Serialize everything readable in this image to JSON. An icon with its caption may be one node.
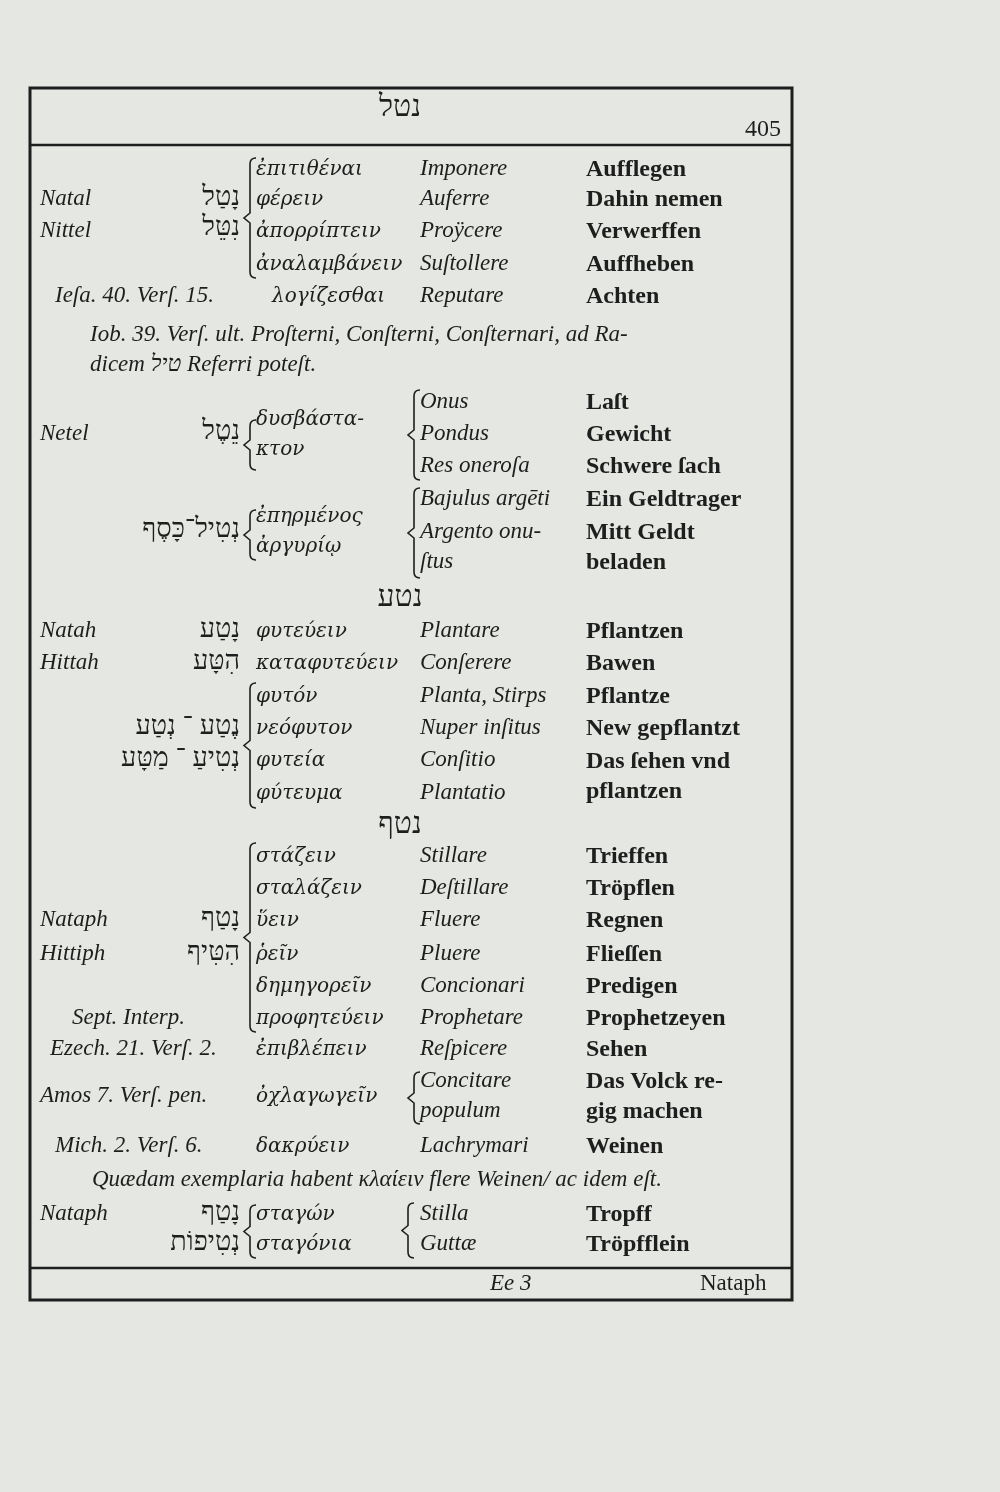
{
  "diagram": {
    "labels": [
      "נטל",
      "405",
      "ἐπιτιθέναι",
      "Imponere",
      "Aufflegen",
      "Natal",
      "נָטַל",
      "φέρειν",
      "Auferre",
      "Dahin nemen",
      "Nittel",
      "נִטֵּל",
      "ἀπορρίπτειν",
      "Proÿcere",
      "Verwerffen",
      "ἀναλαμβάνειν",
      "Suſtollere",
      "Auffheben",
      "Ieſa. 40. Verſ. 15.",
      "λογίζεσθαι",
      "Reputare",
      "Achten",
      "Iob. 39. Verſ. ult. Proſterni, Conſterni, Conſternari, ad Ra- dicem טיל Referri poteſt.",
      "Onus",
      "Laſt",
      "Netel",
      "נֵטֶל",
      "δυσβάστα- κτον",
      "Pondus",
      "Gewicht",
      "Res oneroſa",
      "Schwere ſach",
      "Bajulus argēti",
      "Ein Geldtrager",
      "נְטִיל־כָּסֶף",
      "ἐπηρμένος ἀργυρίῳ",
      "Argento onu- ſtus",
      "Mitt Geldt beladen",
      "נטע",
      "Natah",
      "נָטַע",
      "φυτεύειν",
      "Plantare",
      "Pflantzen",
      "Hittah",
      "הִטָּע",
      "καταφυτεύειν",
      "Conſerere",
      "Bawen",
      "φυτόν",
      "Planta, Stirps",
      "Pflantze",
      "נֶטַע ־ נְטַע",
      "νεόφυτον",
      "Nuper inſitus",
      "New gepflantzt",
      "נְטִיעַ ־ מַטָּע",
      "φυτεία",
      "Conſitio",
      "Das ſehen vnd pflantzen",
      "φύτευμα",
      "Plantatio",
      "נטף",
      "στάζειν",
      "Stillare",
      "Trieffen",
      "σταλάζειν",
      "Deſtillare",
      "Tröpflen",
      "Nataph",
      "נָטַף",
      "ὕειν",
      "Fluere",
      "Regnen",
      "Hittiph",
      "הִטִּיף",
      "ῥεῖν",
      "Pluere",
      "Flieſſen",
      "δημηγορεῖν",
      "Concionari",
      "Predigen",
      "Sept. Interp.",
      "προφητεύειν",
      "Prophetare",
      "Prophetzeyen",
      "Ezech. 21. Verſ. 2.",
      "ἐπιβλέπειν",
      "Reſpicere",
      "Sehen",
      "Amos 7. Verſ. pen.",
      "ὀχλαγωγεῖν",
      "Concitare populum",
      "Das Volck re- gig machen",
      "Mich. 2. Verſ. 6.",
      "δακρύειν",
      "Lachrymari",
      "Weinen",
      "Quædam exemplaria habent κλαίειν flere Weinen/ ac idem eſt.",
      "Nataph",
      "נָטַף",
      "σταγών",
      "Stilla",
      "Tropff",
      "נְטִיפוֹת",
      "σταγόνια",
      "Guttæ",
      "Tröpfflein",
      "Ee 3",
      "Nataph"
    ]
  }
}
